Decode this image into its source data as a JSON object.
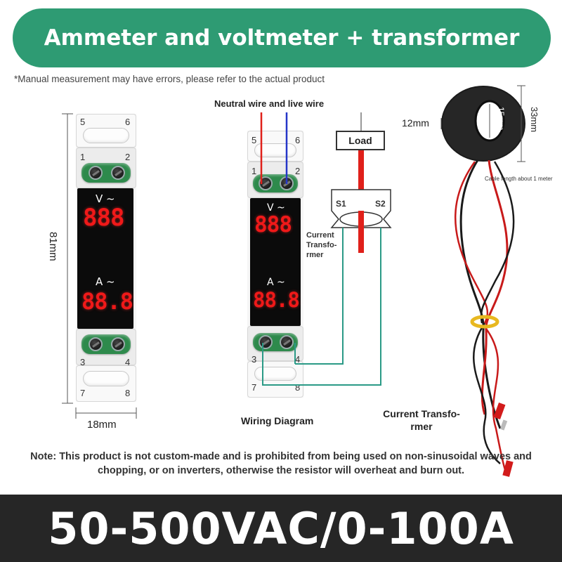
{
  "banner": {
    "title": "Ammeter and voltmeter + transformer"
  },
  "disclaimer": "*Manual measurement may have errors, please refer to the actual product",
  "dimensions": {
    "height": "81mm",
    "width": "18mm",
    "ct_outer": "33mm",
    "ct_inner": "15mm",
    "ct_thickness": "12mm"
  },
  "device": {
    "terminals_top": [
      "5",
      "6",
      "1",
      "2"
    ],
    "terminals_bottom": [
      "3",
      "4",
      "7",
      "8"
    ],
    "voltage_label": "V ~",
    "current_label": "A ~",
    "voltage_digits": "888",
    "current_digits": "88.8"
  },
  "wiring": {
    "heading": "Neutral wire and live wire",
    "load": "Load",
    "s1": "S1",
    "s2": "S2",
    "ct_label": "Current Transfo- rmer",
    "caption": "Wiring Diagram"
  },
  "ct": {
    "cable_note": "Cable length about 1 meter",
    "caption": "Current Transfo- rmer"
  },
  "note": "Note: This product is not custom-made and is prohibited from being used on non-sinusoidal waves and chopping, or on inverters, otherwise the resistor will overheat and burn out.",
  "spec": "50-500VAC/0-100A",
  "colors": {
    "banner": "#2e9b73",
    "digits": "#f01919",
    "terminal": "#2e8a4c",
    "wire_teal": "#2a9a86",
    "spec_bar": "#262626"
  }
}
